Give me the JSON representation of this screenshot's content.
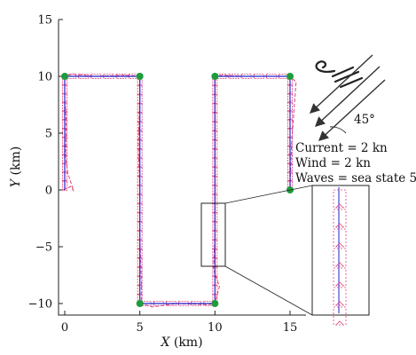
{
  "chart_data": {
    "type": "line",
    "title": "",
    "xlabel_var": "X",
    "xlabel_unit": " (km)",
    "ylabel_var": "Y",
    "ylabel_unit": " (km)",
    "xlim": [
      -0.5,
      15.7
    ],
    "ylim": [
      -10.8,
      15
    ],
    "xticks": [
      0,
      5,
      10,
      15
    ],
    "xtick_labels": [
      "0",
      "5",
      "10",
      "15"
    ],
    "yticks": [
      -10,
      -5,
      0,
      5,
      10,
      15
    ],
    "ytick_labels": [
      "−10",
      "−5",
      "0",
      "5",
      "10",
      "15"
    ],
    "grid": false,
    "series": [
      {
        "values_desc": "planned path (waypoint route)",
        "color": "#2222cc",
        "x": [
          0,
          0,
          5,
          5,
          10,
          10,
          15,
          15
        ],
        "y": [
          0,
          10,
          10,
          -10,
          -10,
          10,
          10,
          0
        ]
      },
      {
        "values_desc": "actual track (vessel outline trace)",
        "color": "#e0407a",
        "x": [
          -0.1,
          0.4,
          0.6,
          0.2,
          0.05,
          0.1,
          0.0,
          0.0,
          0.5,
          2.0,
          4.0,
          5.0,
          5.0,
          4.9,
          5.0,
          5.0,
          5.1,
          5.1,
          5.8,
          7.5,
          9.5,
          10.0,
          10.3,
          9.9,
          10.0,
          10.0,
          10.0,
          10.0,
          10.5,
          12.0,
          14.0,
          15.0,
          15.4,
          15.1,
          15.0
        ],
        "y": [
          0.0,
          0.3,
          -0.1,
          1.5,
          3.0,
          6.0,
          8.0,
          10.0,
          10.2,
          10.0,
          10.1,
          10.0,
          8.0,
          4.0,
          0.0,
          -4.0,
          -8.0,
          -10.0,
          -10.3,
          -10.0,
          -10.1,
          -10.0,
          -8.5,
          -7.0,
          -4.0,
          0.0,
          4.0,
          10.0,
          10.1,
          10.0,
          10.0,
          10.0,
          9.5,
          4.0,
          0.0
        ]
      }
    ],
    "waypoints": {
      "color": "#1e9c3c",
      "x": [
        0,
        5,
        5,
        10,
        10,
        15,
        15
      ],
      "y": [
        10,
        10,
        -10,
        -10,
        10,
        10,
        0
      ]
    },
    "annotations": {
      "env_lines": [
        "Current = 2 kn",
        "Wind = 2 kn",
        "Waves = sea state 5"
      ],
      "angle_label": "45°"
    }
  }
}
